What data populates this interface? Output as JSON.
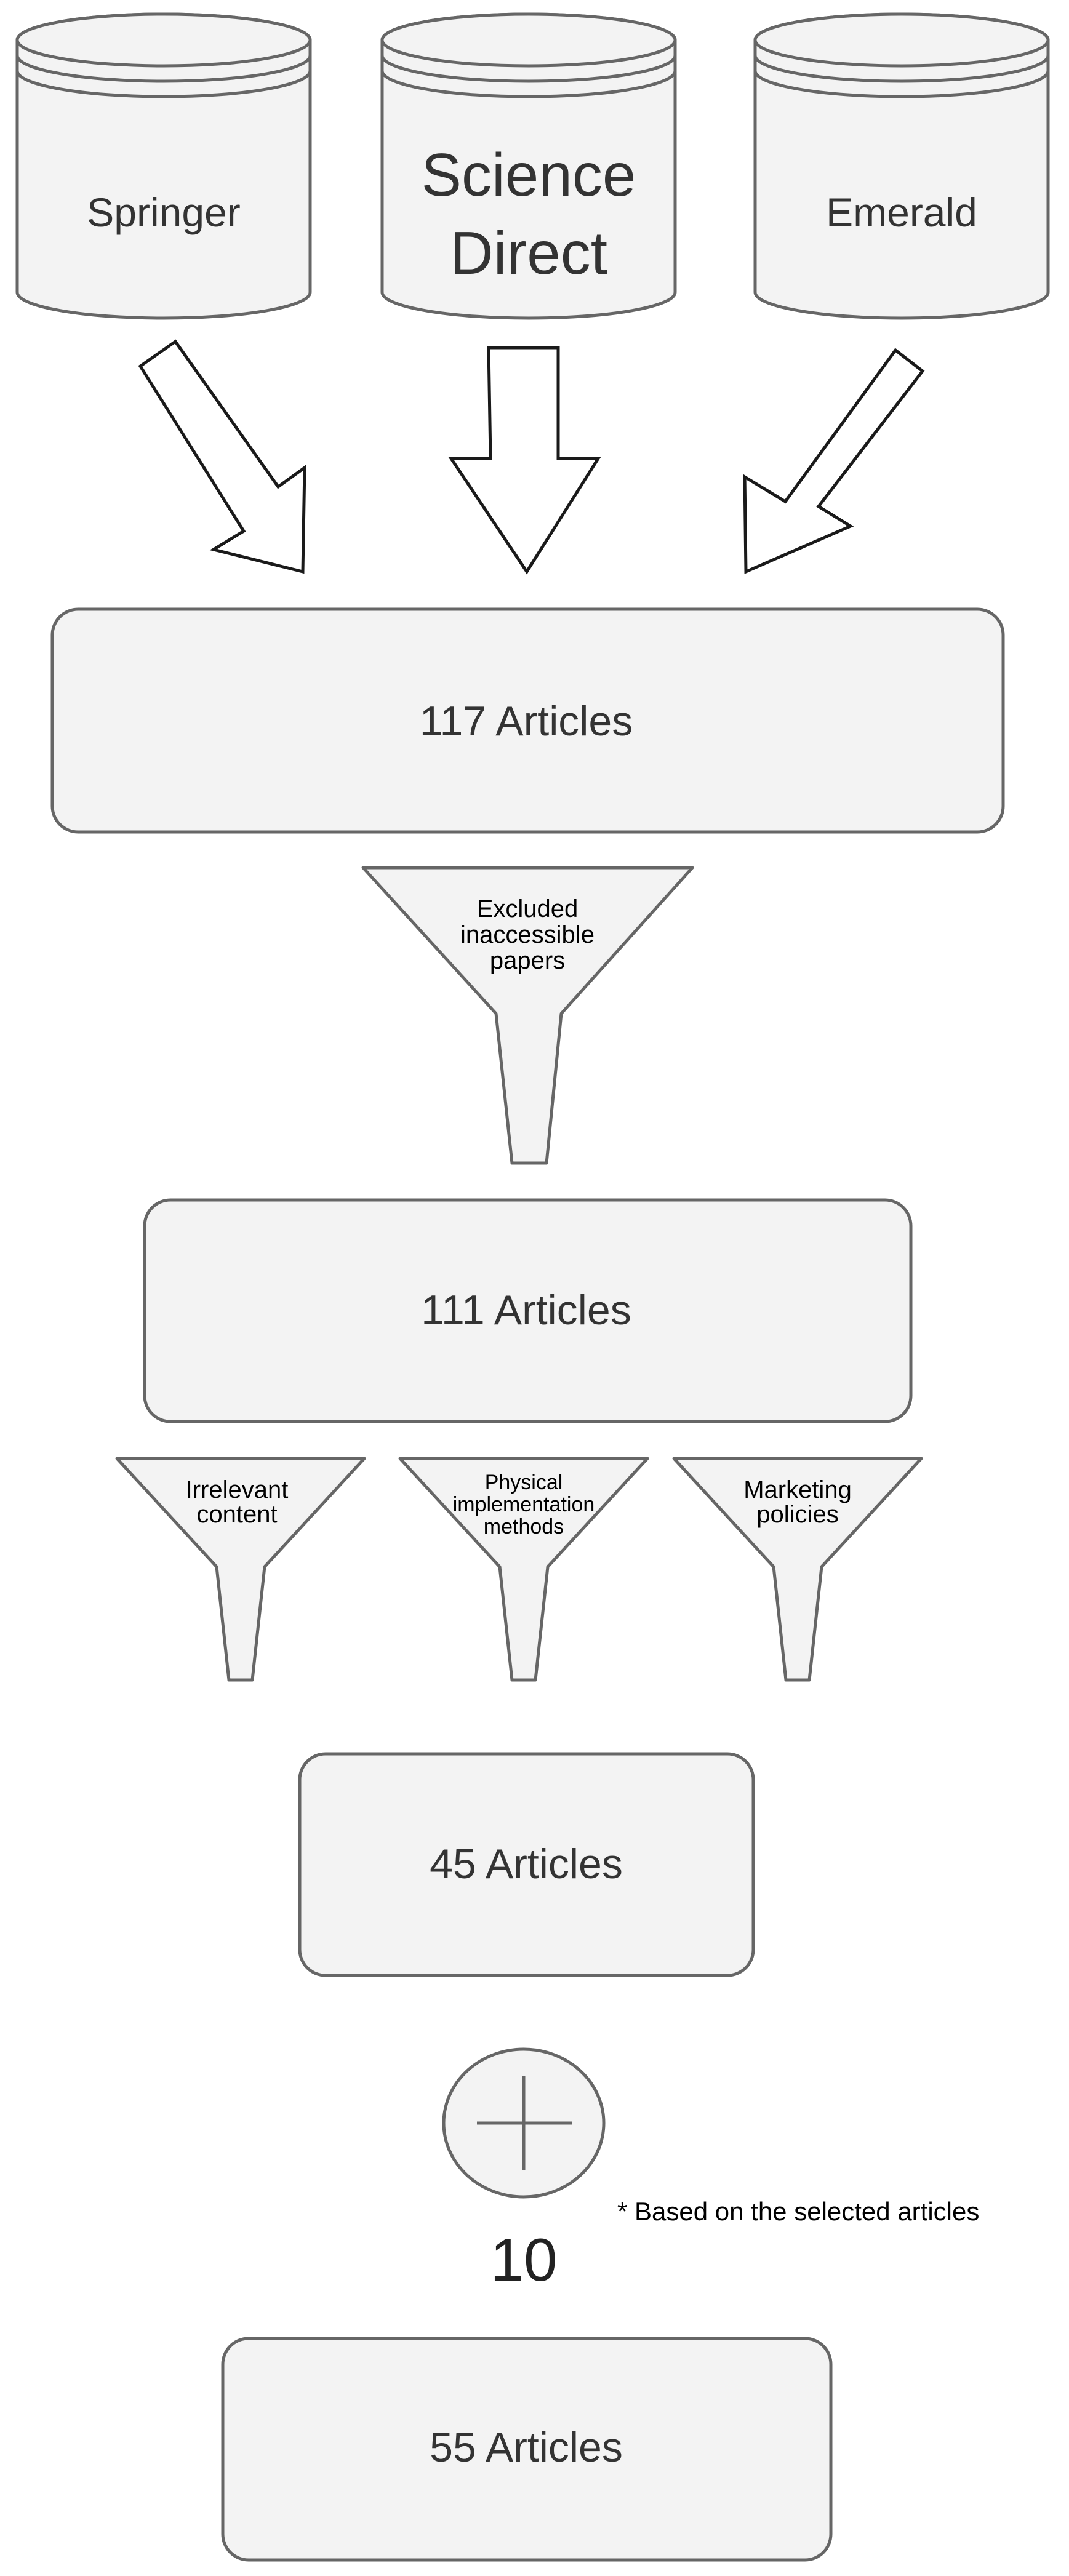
{
  "sources": {
    "springer": "Springer",
    "sciencedirect_line1": "Science",
    "sciencedirect_line2": "Direct",
    "emerald": "Emerald"
  },
  "stages": {
    "initial": "117 Articles",
    "after_access_filter": "111 Articles",
    "after_content_filters": "45 Articles",
    "final": "55 Articles"
  },
  "filters": {
    "access": [
      "Excluded",
      "inaccessible",
      "papers"
    ],
    "irrelevant": [
      "Irrelevant",
      "content"
    ],
    "physical": [
      "Physical",
      "implementation",
      "methods"
    ],
    "marketing": [
      "Marketing",
      "policies"
    ]
  },
  "addition": {
    "count": "10",
    "note": "* Based on the selected articles"
  },
  "colors": {
    "shape_fill": "#f3f3f3",
    "shape_stroke": "#666666",
    "arrow_stroke": "#1a1a1a"
  }
}
